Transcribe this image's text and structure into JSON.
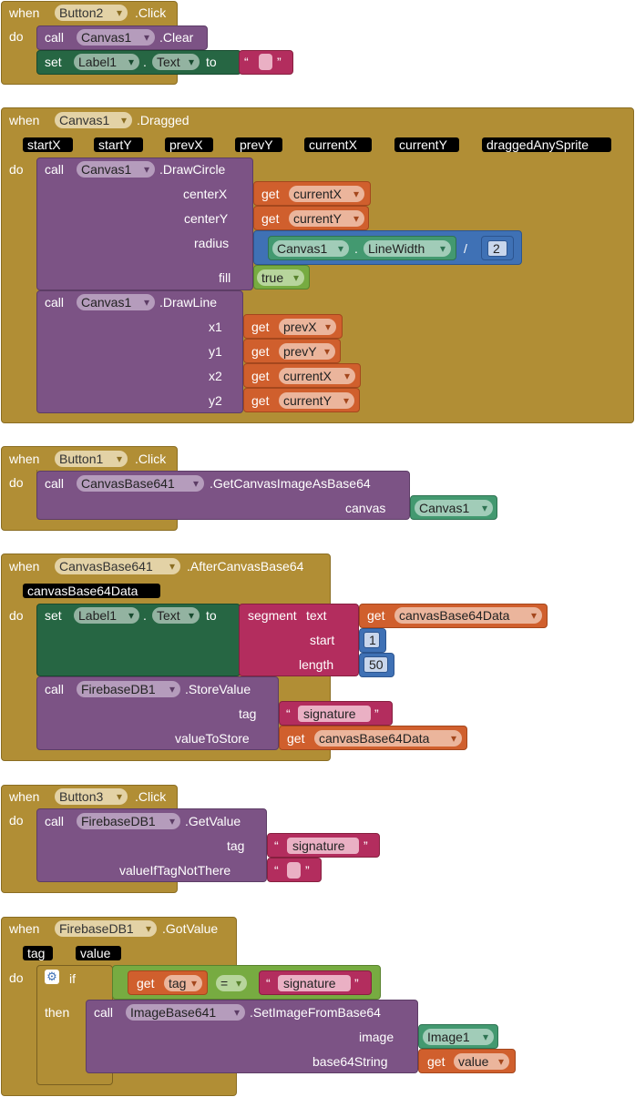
{
  "kw": {
    "when": "when",
    "do": "do",
    "call": "call",
    "set": "set",
    "to": "to",
    "get": "get",
    "then": "then",
    "if": "if",
    "dot": ".",
    "open_quote": "“",
    "close_quote": "”",
    "divide": "/",
    "equals": "=",
    "segment": "segment",
    "text": "text",
    "true": "true"
  },
  "b1": {
    "component": "Button2",
    "event": ".Click",
    "method": ".Clear",
    "canvas": "Canvas1",
    "label": "Label1",
    "prop": "Text",
    "empty": ""
  },
  "b2": {
    "component": "Canvas1",
    "event": ".Dragged",
    "params": [
      "startX",
      "startY",
      "prevX",
      "prevY",
      "currentX",
      "currentY",
      "draggedAnySprite"
    ],
    "method1": ".DrawCircle",
    "args1": [
      "centerX",
      "centerY",
      "radius",
      "fill"
    ],
    "method2": ".DrawLine",
    "args2": [
      "x1",
      "y1",
      "x2",
      "y2"
    ],
    "prop": "LineWidth",
    "divisor": "2",
    "fill": "true"
  },
  "b3": {
    "component": "Button1",
    "event": ".Click",
    "target": "CanvasBase641",
    "method": ".GetCanvasImageAsBase64",
    "arg": "canvas",
    "canvas": "Canvas1"
  },
  "b4": {
    "component": "CanvasBase641",
    "event": ".AfterCanvasBase64",
    "param": "canvasBase64Data",
    "label": "Label1",
    "prop": "Text",
    "start_label": "start",
    "length_label": "length",
    "start": "1",
    "length": "50",
    "db": "FirebaseDB1",
    "method": ".StoreValue",
    "tag_label": "tag",
    "tag": "signature",
    "vts_label": "valueToStore"
  },
  "b5": {
    "component": "Button3",
    "event": ".Click",
    "db": "FirebaseDB1",
    "method": ".GetValue",
    "tag_label": "tag",
    "tag": "signature",
    "default_label": "valueIfTagNotThere",
    "empty": ""
  },
  "b6": {
    "component": "FirebaseDB1",
    "event": ".GotValue",
    "params": [
      "tag",
      "value"
    ],
    "op": "=",
    "compare": "signature",
    "target": "ImageBase641",
    "method": ".SetImageFromBase64",
    "arg1": "image",
    "arg2": "base64String",
    "image": "Image1",
    "var": "value",
    "tagvar": "tag"
  },
  "colors": {
    "event": "#b18e35",
    "procedure": "#7c5385",
    "setter": "#266643",
    "text": "#b32d5e",
    "variable": "#d05f2d",
    "math": "#3f71b5",
    "logic": "#77ab41",
    "component": "#439970"
  },
  "icons": {
    "dropdown": "chevron-down-icon",
    "mutator": "gear-icon"
  }
}
